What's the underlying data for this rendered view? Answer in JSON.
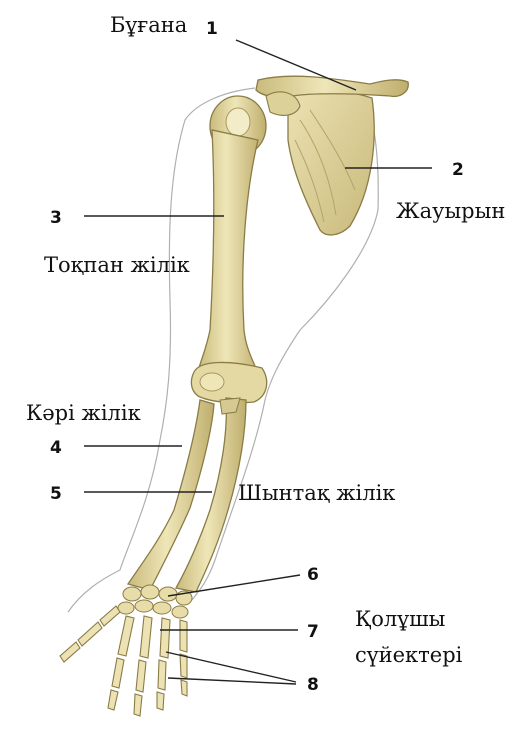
{
  "labels": {
    "clavicle": "Бұғана",
    "scapula": "Жауырын",
    "humerus": "Тоқпан жілік",
    "radius": "Кәрі жілік",
    "ulna": "Шынтақ жілік",
    "hand_line1": "Қолұшы",
    "hand_line2": "сүйектері"
  },
  "numbers": [
    "1",
    "2",
    "3",
    "4",
    "5",
    "6",
    "7",
    "8"
  ],
  "colors": {
    "bone_fill": "#e6dca8",
    "bone_shade": "#c9bb7c",
    "bone_outline": "#8a7c47",
    "body_outline": "#a8a8a8",
    "text": "#111111"
  }
}
